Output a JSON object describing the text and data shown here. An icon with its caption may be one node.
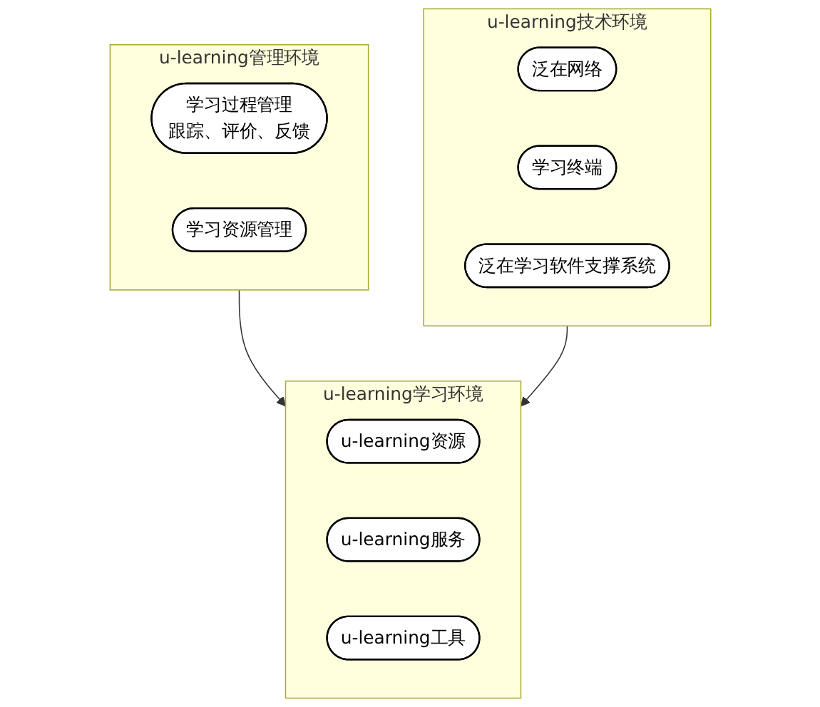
{
  "diagram": {
    "nodes": [
      {
        "text": [
          "u-learning管理环境"
        ]
      },
      {
        "text": [
          "学习过程管理",
          "跟踪、评价、反馈"
        ],
        "in": 0
      },
      {
        "text": [
          "学习资源管理"
        ],
        "in": 0
      },
      {
        "text": [
          "u-learning学习环境"
        ]
      },
      {
        "text": [
          "u-learning资源"
        ],
        "in": 3
      },
      {
        "text": [
          "u-learning服务"
        ],
        "in": 3
      },
      {
        "text": [
          "u-learning工具"
        ],
        "in": 3
      },
      {
        "text": [
          "u-learning技术环境"
        ]
      },
      {
        "text": [
          "泛在网络"
        ],
        "in": 7
      },
      {
        "text": [
          "学习终端"
        ],
        "in": 7
      },
      {
        "text": [
          "泛在学习软件支撑系统"
        ],
        "in": 7
      }
    ],
    "edges": [
      {
        "from": 0,
        "to": 3,
        "arrow": "to"
      },
      {
        "from": 7,
        "to": 3,
        "arrow": "to"
      }
    ]
  }
}
